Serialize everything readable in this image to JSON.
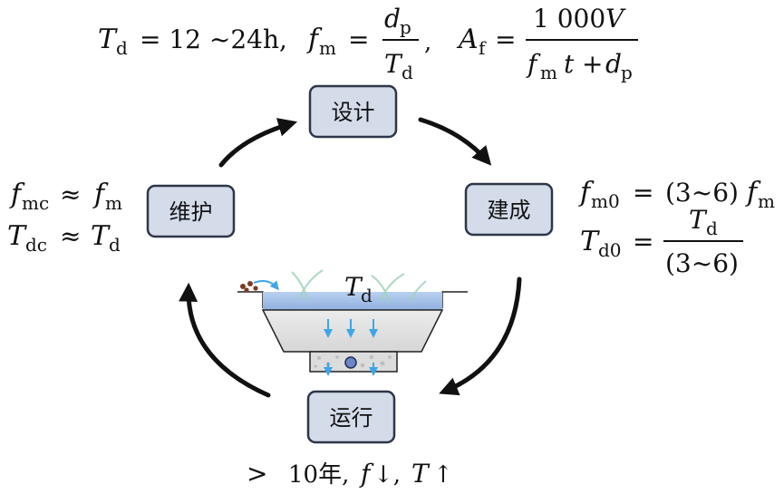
{
  "stages": {
    "design": "设计",
    "construct": "建成",
    "operate": "运行",
    "maintain": "维护"
  },
  "top_formula": {
    "T": "T",
    "d_sub": "d",
    "eq1_rest": "= 12 ~24h,",
    "f": "f",
    "m_sub": "m",
    "eq": "=",
    "num_d": "d",
    "num_p": "p",
    "comma2": ",",
    "A": "A",
    "f_sub": "f",
    "num_big": "1 000",
    "V": "V",
    "den_f": "f",
    "den_m": "m",
    "den_t": "t",
    "plus": "+",
    "den_d": "d",
    "den_p": "p"
  },
  "left_formula": {
    "f": "f",
    "mc": "mc",
    "approx": "≈",
    "f2": "f",
    "m": "m",
    "T": "T",
    "dc": "dc",
    "T2": "T",
    "d": "d"
  },
  "right_formula": {
    "f": "f",
    "m0": "m0",
    "eq": "=",
    "range": "(3~6)",
    "f2": "f",
    "m": "m",
    "T": "T",
    "d0": "d0",
    "num_T": "T",
    "num_d": "d",
    "den": "(3~6)"
  },
  "bottom_text": {
    "gt": ">",
    "ten": "10年,",
    "f": "f",
    "down": "↓,",
    "T": "T",
    "up": "↑"
  },
  "basin_label": {
    "T": "T",
    "d": "d"
  },
  "colors": {
    "box_fill": "#d4dcea",
    "box_stroke": "#2d3748",
    "water_blue": "#a7c3ea",
    "drop_blue": "#3ea6e6"
  }
}
